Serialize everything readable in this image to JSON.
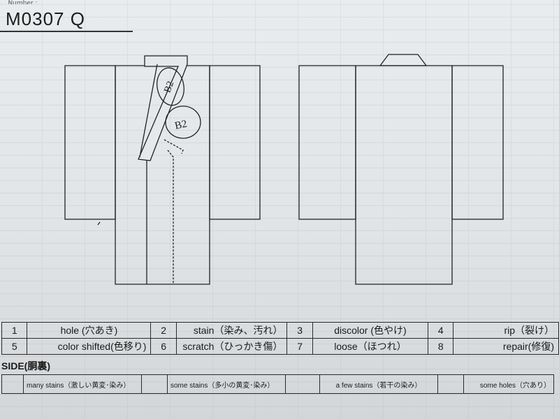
{
  "header": {
    "partial_label": "... Number :",
    "code": "M0307   Q"
  },
  "diagram": {
    "front_marks": [
      "B2",
      "B2"
    ]
  },
  "legend": [
    [
      {
        "num": "1",
        "label": "hole (穴あき)"
      },
      {
        "num": "2",
        "label": "stain（染み、汚れ）"
      },
      {
        "num": "3",
        "label": "discolor (色やけ)"
      },
      {
        "num": "4",
        "label": "rip（裂け）"
      }
    ],
    [
      {
        "num": "5",
        "label": "color shifted(色移り)"
      },
      {
        "num": "6",
        "label": "scratch（ひっかき傷）"
      },
      {
        "num": "7",
        "label": "loose（ほつれ）"
      },
      {
        "num": "8",
        "label": "repair(修復)"
      }
    ]
  ],
  "side": {
    "title": "SIDE(胴裏)",
    "cells": [
      "many stains（激しい黄変･染み）",
      "some stains（多小の黄変･染み）",
      "a few stains（若干の染み）",
      "some holes（穴あり）"
    ]
  }
}
